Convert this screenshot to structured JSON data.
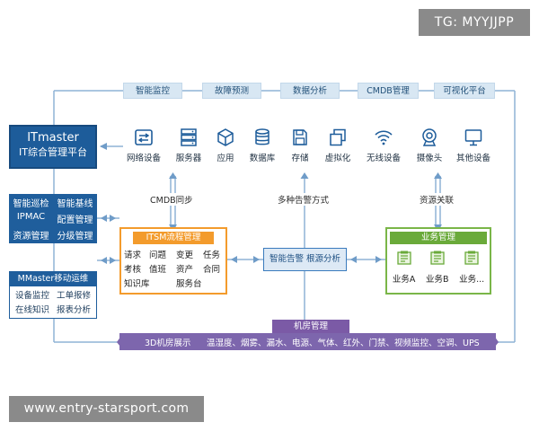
{
  "watermarks": {
    "top_right": "TG: MYYJJPP",
    "bottom_left": "www.entry-starsport.com"
  },
  "top_functions": [
    "智能监控",
    "故障预测",
    "数据分析",
    "CMDB管理",
    "可视化平台"
  ],
  "main_platform": {
    "line1": "ITmaster",
    "line2": "IT综合管理平台"
  },
  "function_block": [
    "智能巡检",
    "智能基线",
    "IPMAC",
    "配置管理",
    "资源管理",
    "分级管理"
  ],
  "mmaster": {
    "title": "MMaster移动运维",
    "items": [
      "设备监控",
      "工单报修",
      "在线知识",
      "报表分析"
    ]
  },
  "devices": [
    {
      "label": "网络设备",
      "icon": "network-switch-icon"
    },
    {
      "label": "服务器",
      "icon": "server-icon"
    },
    {
      "label": "应用",
      "icon": "application-cube-icon"
    },
    {
      "label": "数据库",
      "icon": "database-icon"
    },
    {
      "label": "存储",
      "icon": "storage-disk-icon"
    },
    {
      "label": "虚拟化",
      "icon": "virtualization-icon"
    },
    {
      "label": "无线设备",
      "icon": "wifi-icon"
    },
    {
      "label": "摄像头",
      "icon": "camera-icon"
    },
    {
      "label": "其他设备",
      "icon": "monitor-icon"
    }
  ],
  "connectors": {
    "cmdb_sync": "CMDB同步",
    "multi_alarm": "多种告警方式",
    "resource_link": "资源关联"
  },
  "itsm": {
    "title": "ITSM流程管理",
    "items": [
      "请求",
      "问题",
      "变更",
      "任务",
      "考核",
      "值班",
      "资产",
      "合同",
      "知识库",
      "",
      "服务台",
      ""
    ]
  },
  "alarm_center": {
    "label": "智能告警 根源分析"
  },
  "business": {
    "title": "业务管理",
    "items": [
      "业务A",
      "业务B",
      "业务..."
    ]
  },
  "machine_room": {
    "title": "机房管理",
    "bar_left": "3D机房展示",
    "bar_items": "温湿度、烟雾、漏水、电源、气体、红外、门禁、视频监控、空调、UPS"
  },
  "colors": {
    "primary_blue": "#1d5c9a",
    "light_blue": "#d8e7f3",
    "orange": "#f39b2c",
    "green": "#6aaa3a",
    "purple": "#7d66ad",
    "line_blue": "#6f9cc8"
  }
}
